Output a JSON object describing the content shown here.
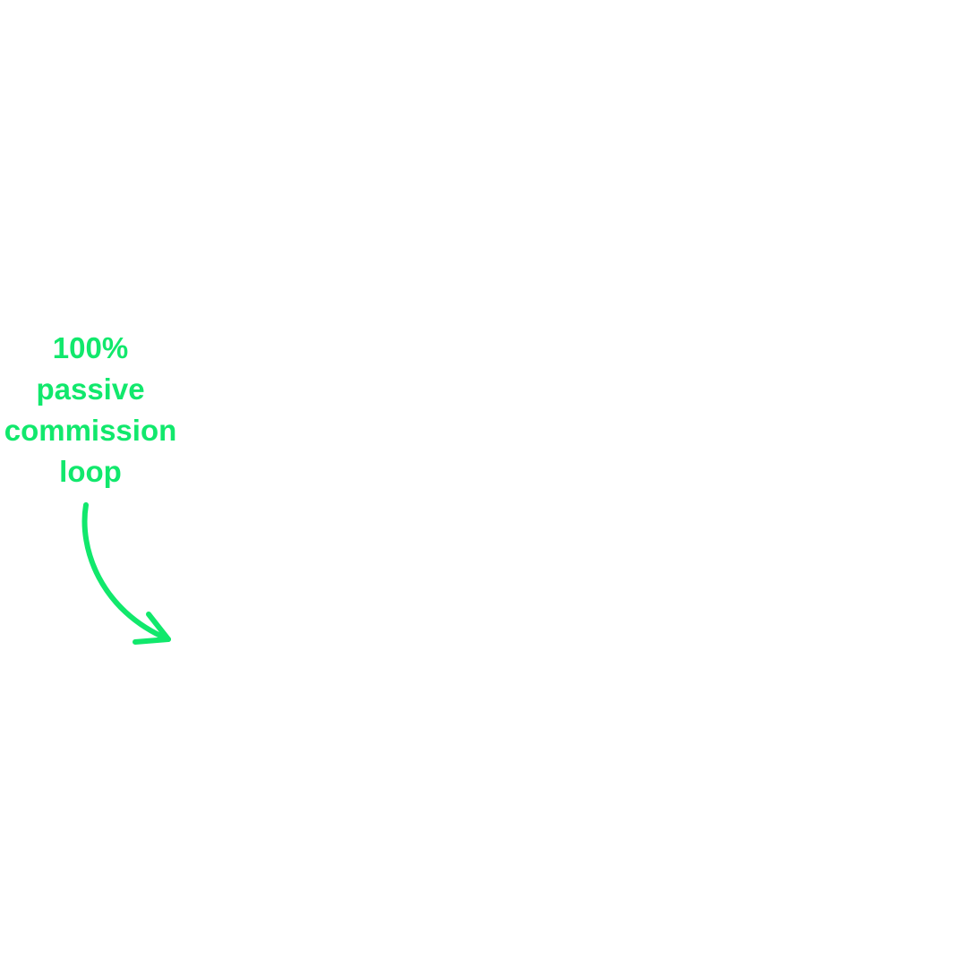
{
  "caption": {
    "lines": [
      "100%",
      "passive",
      "commission",
      "loop"
    ]
  },
  "colors": {
    "accent": "#11e86c",
    "background": "#ffffff"
  },
  "icons": {
    "arrow": "curved-arrow-down-right-icon"
  }
}
